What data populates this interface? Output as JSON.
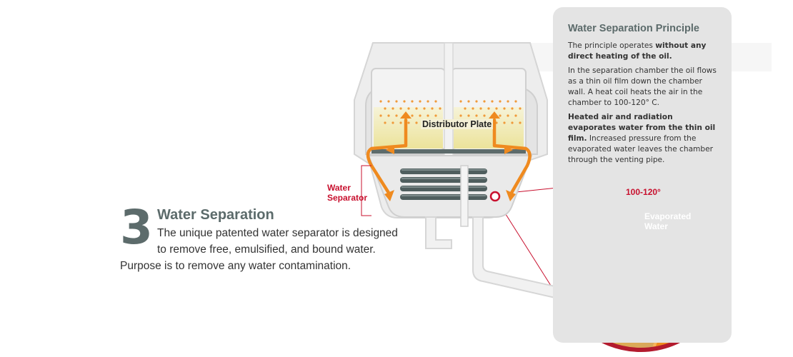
{
  "step": {
    "number": "3",
    "title": "Water Separation",
    "lines": [
      "The unique patented water separator is designed",
      "to remove free, emulsified, and bound water.",
      "Purpose is to remove any water contamination."
    ]
  },
  "panel": {
    "title": "Water Separation Principle",
    "p1_plain": "The principle operates ",
    "p1_bold": "without any direct heating of the oil.",
    "p2": "In the separation chamber the oil flows as a thin oil film down the chamber wall. A heat coil heats the air in the chamber to 100-120° C.",
    "p3_bold": "Heated air and radiation evaporates water from the thin oil film.",
    "p3_plain": " Increased pressure from the evaporated water leaves the chamber through the venting pipe."
  },
  "labels": {
    "distributor_plate": "Distributor Plate",
    "water_separator_line1": "Water",
    "water_separator_line2": "Separator",
    "temperature": "100-120°",
    "evaporated_line1": "Evaporated",
    "evaporated_line2": "Water"
  },
  "colors": {
    "accent_red": "#c8102e",
    "arrow_orange": "#ef8a1f",
    "heading_gray": "#5c6b6b",
    "panel_bg": "#e4e4e4"
  }
}
